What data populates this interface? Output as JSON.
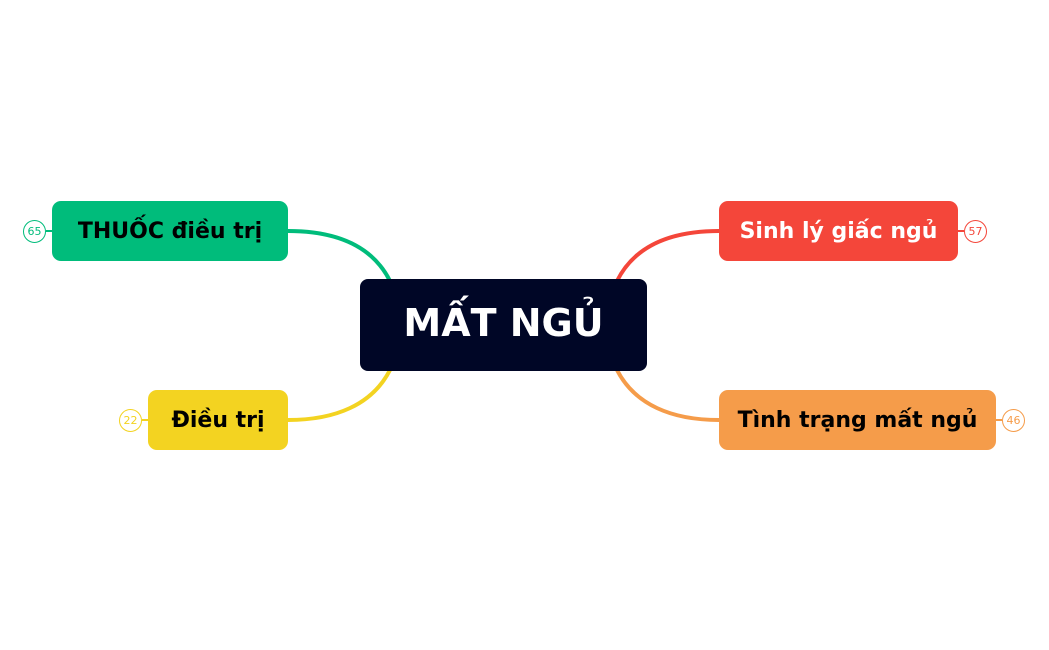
{
  "central": {
    "label": "MẤT NGỦ",
    "color": "#000626",
    "text_color": "#ffffff"
  },
  "branches": {
    "thuoc": {
      "label": "THUỐC điều trị",
      "count": "65",
      "color": "#00bc7b",
      "text_color": "#000000"
    },
    "dieutri": {
      "label": "Điều trị",
      "count": "22",
      "color": "#f3d321",
      "text_color": "#000000"
    },
    "sinhly": {
      "label": "Sinh lý giấc ngủ",
      "count": "57",
      "color": "#f4463a",
      "text_color": "#ffffff"
    },
    "tinhtrang": {
      "label": "Tình trạng mất ngủ",
      "count": "46",
      "color": "#f59c4a",
      "text_color": "#000000"
    }
  }
}
